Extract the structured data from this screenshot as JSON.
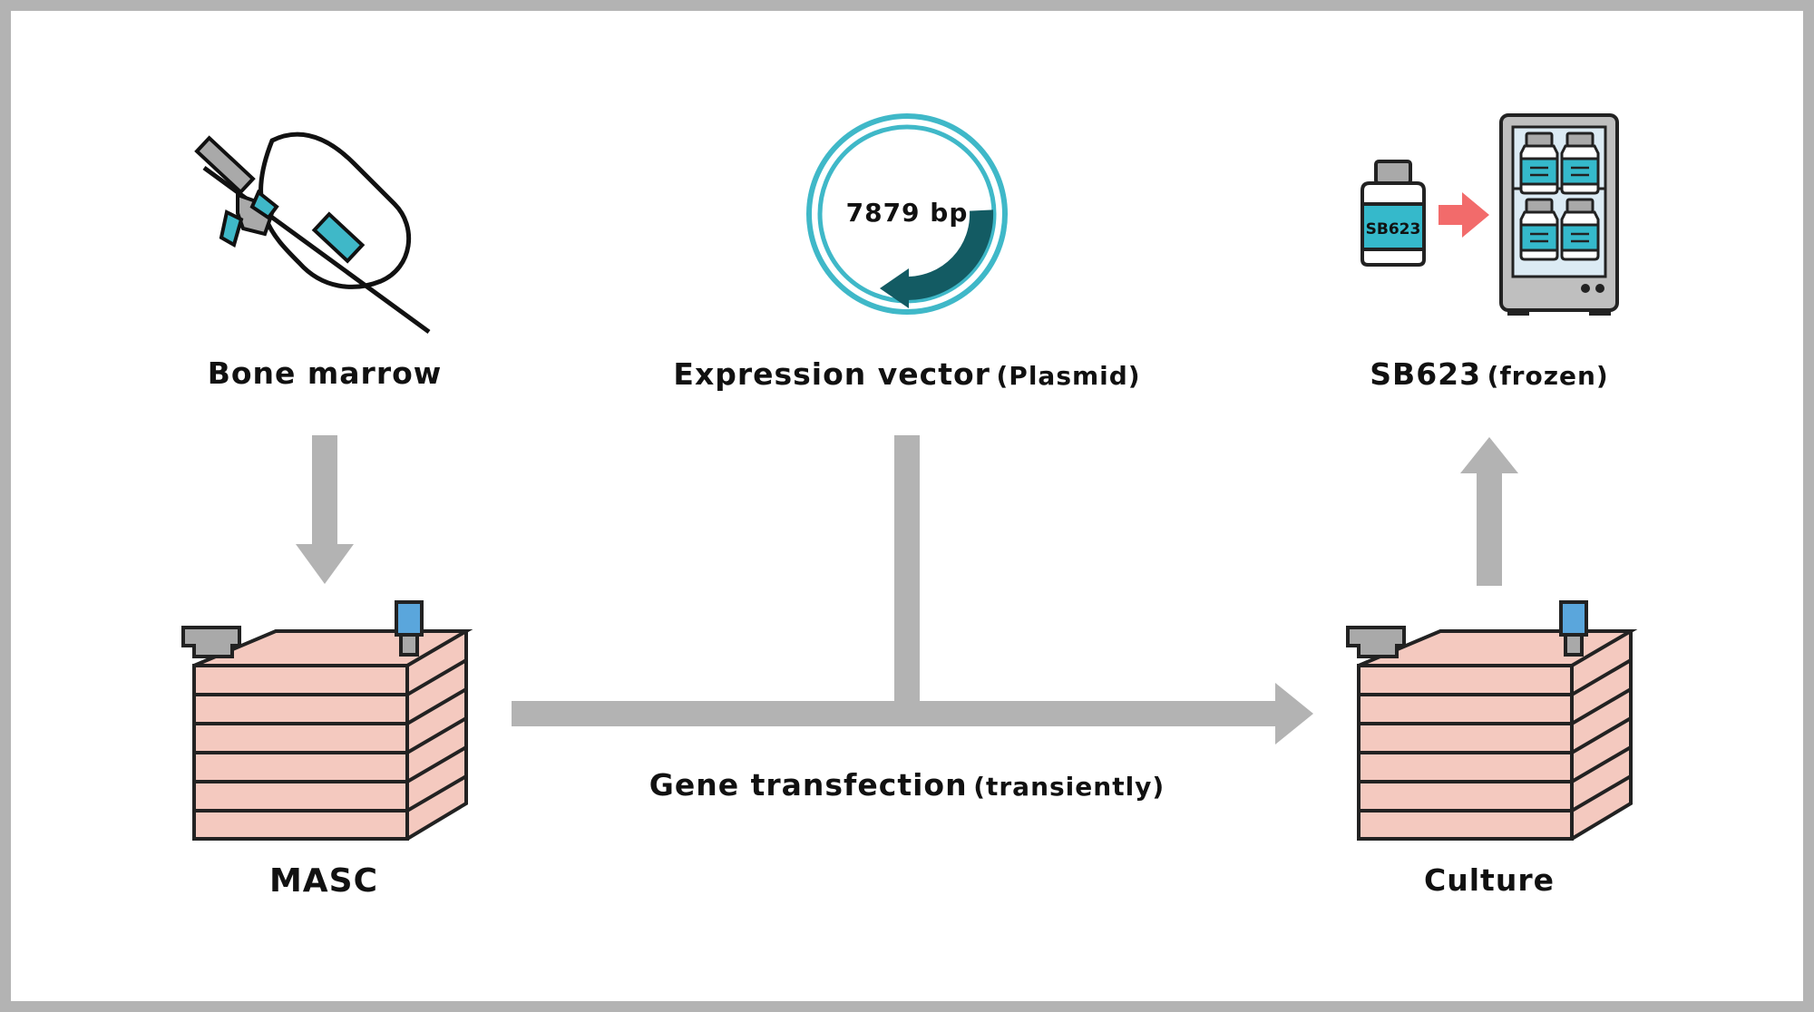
{
  "colors": {
    "frame": "#b3b3b3",
    "arrow": "#b3b3b3",
    "flask_fill": "#f4c9bf",
    "flask_outline": "#222222",
    "cap_gray": "#a9a9a9",
    "filter_blue": "#5aa6dc",
    "teal": "#3fb8c8",
    "dark_teal": "#135b63",
    "vial_label": "#35b9cb",
    "red_arrow": "#f26b6b",
    "freezer_body": "#bfbfbf",
    "freezer_window": "#dcebf4"
  },
  "steps": {
    "bone_marrow": {
      "label": "Bone marrow",
      "icon": "bone-marrow-needle-icon"
    },
    "vector": {
      "label": "Expression vector",
      "label_sub": "(Plasmid)",
      "icon": "plasmid-icon",
      "plasmid_size": "7879 bp"
    },
    "frozen": {
      "label": "SB623",
      "label_sub": "(frozen)",
      "icon": "freezer-icon",
      "vial_text": "SB623"
    },
    "masc": {
      "label": "MASC",
      "icon": "culture-flask-icon"
    },
    "culture": {
      "label": "Culture",
      "icon": "culture-flask-icon"
    },
    "transfection": {
      "label": "Gene transfection",
      "label_sub": "(transiently)"
    }
  }
}
